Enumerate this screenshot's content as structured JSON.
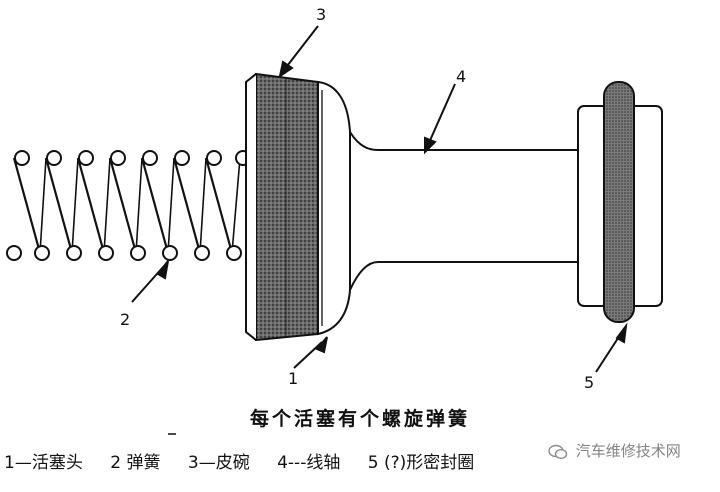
{
  "diagram": {
    "callouts": [
      "1",
      "2",
      "3",
      "4",
      "5"
    ],
    "caption": "每个活塞有个螺旋弹簧",
    "legend": [
      "1—活塞头",
      "2  弹簧",
      "3—皮碗",
      "4---线轴",
      "5   (?)形密封圈"
    ],
    "watermark": "汽车维修技术网"
  },
  "colors": {
    "ink": "#111111",
    "cup_fill": "#555555",
    "seal_fill": "#6e6e6e"
  }
}
